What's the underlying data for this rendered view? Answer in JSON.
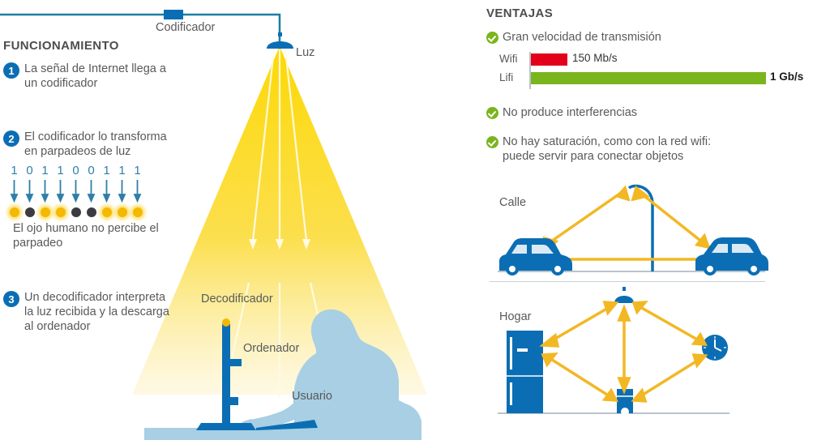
{
  "left": {
    "section_title": "FUNCIONAMIENTO",
    "encoder_label": "Codificador",
    "light_label": "Luz",
    "decoder_label": "Decodificador",
    "computer_label": "Ordenador",
    "user_label": "Usuario",
    "steps": [
      {
        "number": "1",
        "text": "La señal de Internet llega a un codificador"
      },
      {
        "number": "2",
        "text": "El codificador lo transforma en parpadeos de luz"
      },
      {
        "number": "3",
        "text": "Un decodificador interpreta la luz recibida y la descarga al ordenador"
      }
    ],
    "binary": {
      "bits": [
        "1",
        "0",
        "1",
        "1",
        "0",
        "0",
        "1",
        "1",
        "1"
      ],
      "caption": "El ojo humano no percibe el parpadeo"
    }
  },
  "right": {
    "section_title": "VENTAJAS",
    "advantages": [
      "Gran velocidad de transmisión",
      "No produce interferencias",
      "No hay saturación, como con la red wifi: puede servir para conectar objetos"
    ],
    "scenes": {
      "street_label": "Calle",
      "home_label": "Hogar"
    }
  },
  "chart_data": {
    "type": "bar",
    "title": "Gran velocidad de transmisión",
    "orientation": "horizontal",
    "categories": [
      "Wifi",
      "Lifi"
    ],
    "values": [
      150,
      1000
    ],
    "unit": "Mb/s",
    "value_labels": [
      "150 Mb/s",
      "1 Gb/s"
    ],
    "colors": [
      "#e2001a",
      "#7ab51d"
    ],
    "xlabel": "",
    "ylabel": "",
    "xlim": [
      0,
      1000
    ],
    "grid": false,
    "legend": false
  },
  "colors": {
    "blue": "#0b6eb4",
    "teal": "#1b7fa0",
    "yellow": "#f5b800",
    "arrow_yellow": "#f2b824",
    "green": "#7ab51d",
    "red": "#e2001a",
    "silhouette": "#a8cfe3",
    "text": "#58595b"
  }
}
